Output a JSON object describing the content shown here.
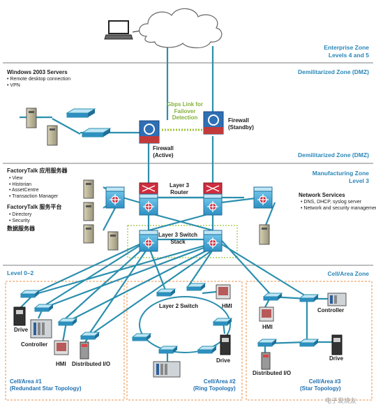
{
  "zones": {
    "enterprise": [
      "Enterprise Zone",
      "Levels 4 and 5"
    ],
    "dmz_top": "Demilitarized Zone (DMZ)",
    "dmz_bottom": "Demilitarized Zone (DMZ)",
    "manufacturing": [
      "Manufacturing Zone",
      "Level 3"
    ],
    "level": "Level 0–2",
    "cell_area": "Cell/Area Zone"
  },
  "dmz": {
    "title": "Windows 2003 Servers",
    "items": [
      "Remote desktop connection",
      "VPN"
    ],
    "link_label": [
      "Gbps Link for",
      "Failover",
      "Detection"
    ],
    "firewall_active": [
      "Firewall",
      "(Active)"
    ],
    "firewall_standby": [
      "Firewall",
      "(Standby)"
    ]
  },
  "manufacturing": {
    "factorytalk_title": "FactoryTalk 应用服务器",
    "factorytalk_items": [
      "View",
      "Historian",
      "AssetCentre",
      "Transaction Manager"
    ],
    "platform_title": "FactoryTalk 服务平台",
    "platform_items": [
      "Directory",
      "Security"
    ],
    "data_servers": "数据服务器",
    "router_label": [
      "Layer 3",
      "Router"
    ],
    "switch_stack_label": [
      "Layer 3 Switch",
      "Stack"
    ],
    "network_services_title": "Network Services",
    "network_services_items": [
      "DNS, DHCP, syslog server",
      "Network and security management"
    ]
  },
  "cells": {
    "cell1": {
      "drive": "Drive",
      "controller": "Controller",
      "hmi": "HMI",
      "io": "Distributed I/O",
      "title": [
        "Cell/Area #1",
        "(Redundant Star Topology)"
      ]
    },
    "cell2": {
      "switch_label": "Layer 2 Switch",
      "hmi": "HMI",
      "drive": "Drive",
      "title": [
        "Cell/Area #2",
        "(Ring Topology)"
      ]
    },
    "cell3": {
      "controller": "Controller",
      "hmi": "HMI",
      "io": "Distributed I/O",
      "drive": "Drive",
      "title": [
        "Cell/Area #3",
        "(Star Topology)"
      ]
    }
  },
  "watermark": "电子发烧友",
  "colors": {
    "zone_text": "#2a87b8",
    "link": "#2b8fae",
    "switch": "#3d9fcf",
    "router": "#cf2d3f",
    "firewall": "#2f6fb5",
    "zone_line": "#9b9b9b",
    "cell_border": "#e8914a",
    "failover": "#9cc238"
  }
}
